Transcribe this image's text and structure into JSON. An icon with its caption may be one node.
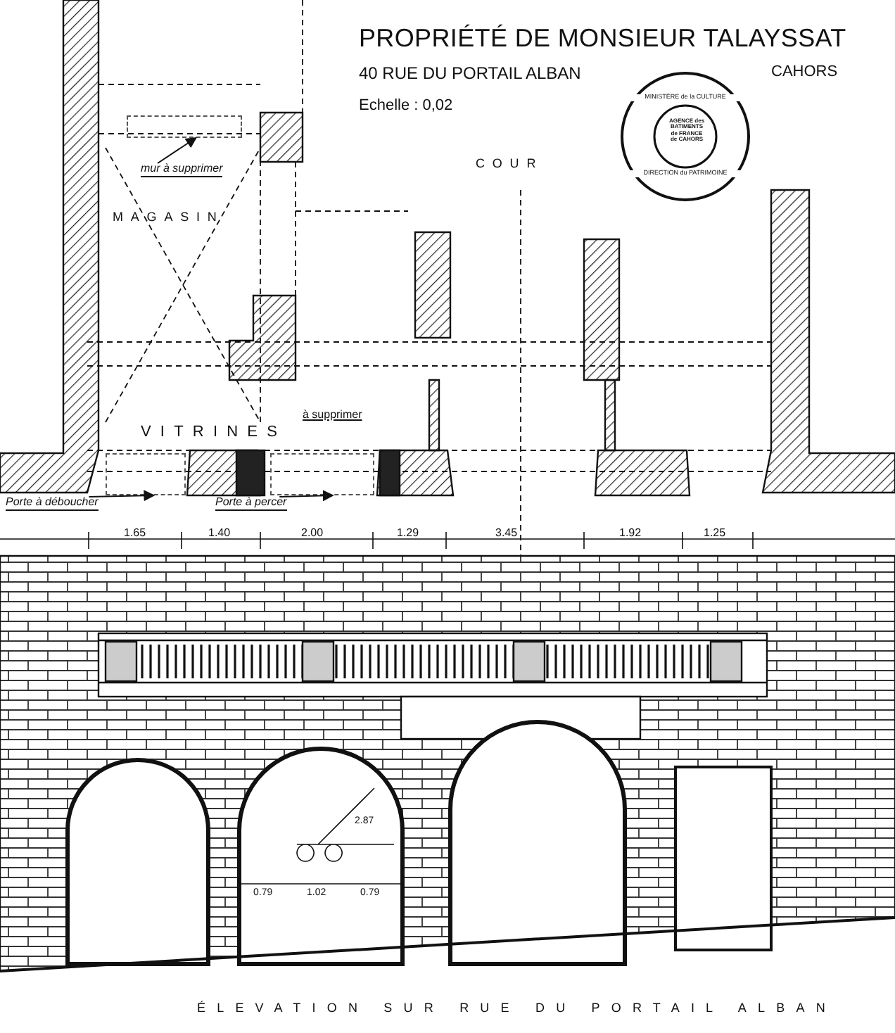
{
  "diagram": {
    "title": "PROPRIÉTÉ DE MONSIEUR TALAYSSAT",
    "caption": "ÉLEVATION SUR RUE DU PORTAIL ALBAN",
    "nodes": [
      {
        "text": [
          "mur à supprimer"
        ]
      },
      {
        "text": [],
        "shape": "box"
      },
      {
        "text": [
          "Porte à déboucher"
        ]
      },
      {
        "text": [],
        "shape": "box"
      },
      {
        "text": [
          "Porte à percer"
        ]
      },
      {
        "text": [],
        "shape": "box"
      }
    ],
    "edges": [
      {
        "from": 0,
        "to": 1,
        "arrow": "to"
      },
      {
        "from": 2,
        "to": 3,
        "arrow": "to"
      },
      {
        "from": 4,
        "to": 5,
        "arrow": "to"
      }
    ],
    "labels": [
      "40 RUE DU PORTAIL ALBAN",
      "CAHORS",
      "Echelle : 0,02",
      "MINISTÈRE de la CULTURE",
      "AGENCE des BATIMENTS de FRANCE de CAHORS",
      "DIRECTION du PATRIMOINE",
      "COUR",
      "MAGASIN",
      "à supprimer",
      "VITRINES",
      "1.65",
      "1.40",
      "2.00",
      "1.29",
      "3.45",
      "1.92",
      "1.25",
      "2.87",
      "0.79",
      "1.02",
      "0.79"
    ]
  }
}
